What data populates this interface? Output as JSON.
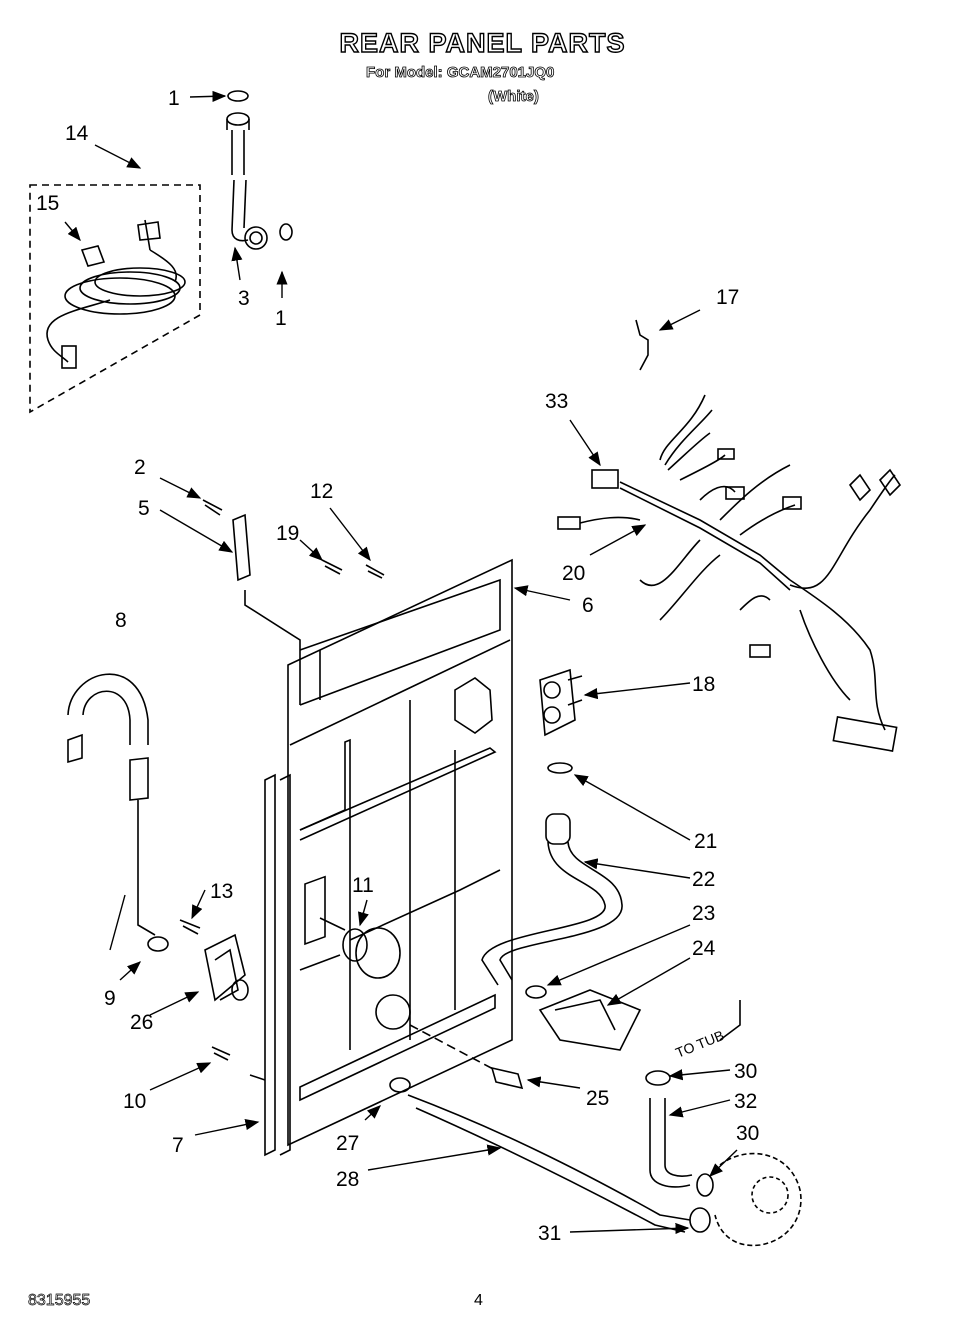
{
  "header": {
    "title": "REAR PANEL PARTS",
    "model_line": "For Model: GCAM2701JQ0",
    "color_line": "(White)"
  },
  "footer": {
    "doc_number": "8315955",
    "page_number": "4"
  },
  "diagram": {
    "tub_label": "TO TUB",
    "callouts": {
      "c1a": "1",
      "c1b": "1",
      "c2": "2",
      "c3": "3",
      "c5": "5",
      "c6": "6",
      "c7": "7",
      "c8": "8",
      "c9": "9",
      "c10": "10",
      "c11": "11",
      "c12": "12",
      "c13": "13",
      "c14": "14",
      "c15": "15",
      "c17": "17",
      "c18": "18",
      "c19": "19",
      "c20": "20",
      "c21": "21",
      "c22": "22",
      "c23": "23",
      "c24": "24",
      "c25": "25",
      "c26": "26",
      "c27": "27",
      "c28": "28",
      "c30a": "30",
      "c30b": "30",
      "c31": "31",
      "c32": "32",
      "c33": "33"
    }
  }
}
